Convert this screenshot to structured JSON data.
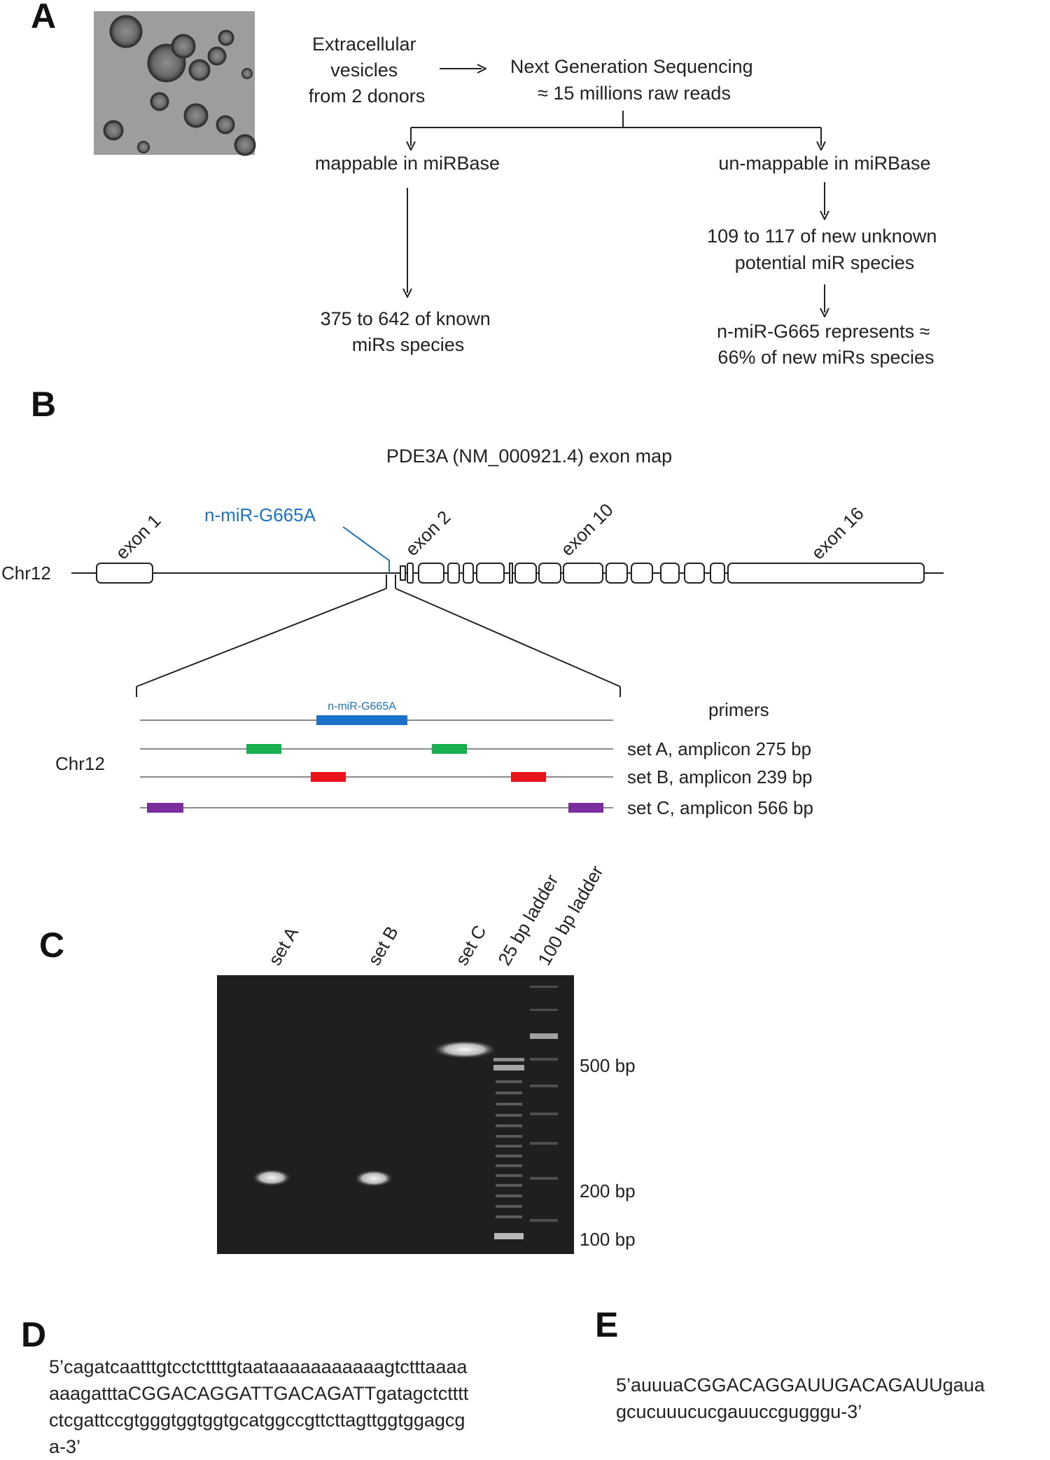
{
  "panels": {
    "a": "A",
    "b": "B",
    "c": "C",
    "d": "D",
    "e": "E"
  },
  "panel_a": {
    "source": [
      "Extracellular",
      "vesicles",
      "from 2 donors"
    ],
    "ngs": [
      "Next Generation Sequencing",
      "≈ 15 millions raw reads"
    ],
    "mappable": "mappable  in miRBase",
    "unmappable": "un-mappable  in miRBase",
    "known": [
      "375  to 642 of known",
      "miRs species"
    ],
    "unknown": [
      "109  to 117  of new unknown",
      "potential miR species"
    ],
    "represents": [
      "n-miR-G665  represents ≈",
      "66% of new miRs species"
    ]
  },
  "panel_b": {
    "title": "PDE3A (NM_000921.4)   exon map",
    "chr_label": "Chr12",
    "mir_label": "n-miR-G665A",
    "mir_small": "n-miR-G665A",
    "exon_labels": [
      "exon 1",
      "exon 2",
      "exon 10",
      "exon 16"
    ],
    "primers_header": "primers",
    "sets": [
      "set A, amplicon  275  bp",
      "set B, amplicon  239  bp",
      "set C, amplicon  566  bp"
    ],
    "colors": {
      "mir": "#1a73c8",
      "setA": "#18b04f",
      "setB": "#e8141a",
      "setC": "#7b2d9e"
    }
  },
  "panel_c": {
    "lanes": [
      "set A",
      "set B",
      "set C",
      "25 bp ladder",
      "100 bp ladder"
    ],
    "markers": [
      "500  bp",
      "200  bp",
      "100  bp"
    ]
  },
  "panel_d": {
    "lines": [
      "5’cagatcaatttgtcctcttttgtaataaaaaaaaaaagtctttaaaa",
      "aaagatttaCGGACAGGATTGACAGATTgatagctctttt",
      "ctcgattccgtgggtggtggtgcatggccgttcttagttggtggagcg",
      "a-3’"
    ]
  },
  "panel_e": {
    "lines": [
      "5’auuuaCGGACAGGAUUGACAGAUUgaua",
      "gcucuuucucgauuccgugggu-3’"
    ]
  }
}
